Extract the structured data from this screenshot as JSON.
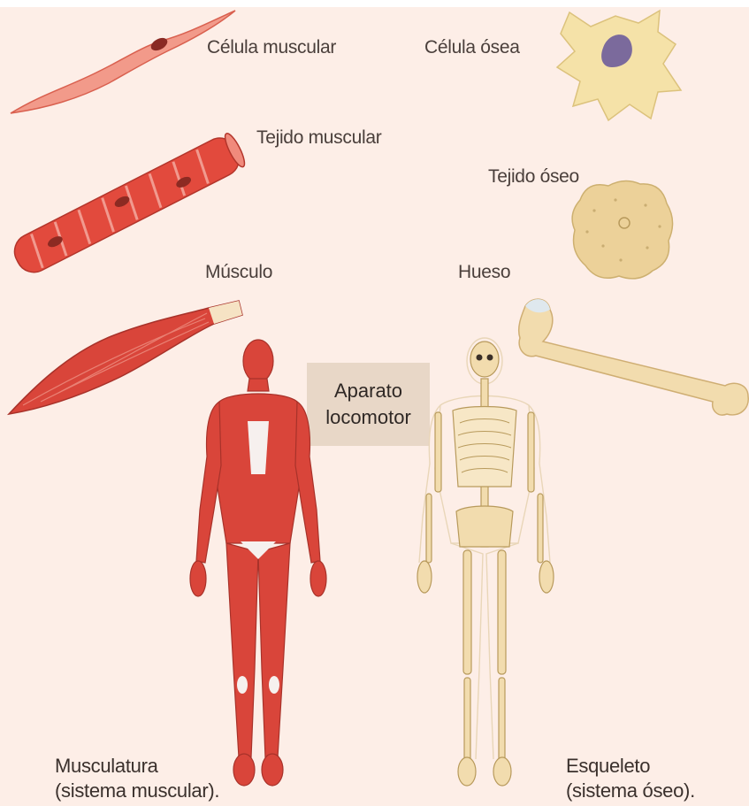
{
  "labels": {
    "muscle_cell": "Célula muscular",
    "bone_cell": "Célula ósea",
    "muscle_tissue": "Tejido muscular",
    "bone_tissue": "Tejido óseo",
    "muscle": "Músculo",
    "bone": "Hueso"
  },
  "center": {
    "line1": "Aparato",
    "line2": "locomotor"
  },
  "captions": {
    "muscular": {
      "line1": "Musculatura",
      "line2": "(sistema muscular)."
    },
    "skeletal": {
      "line1": "Esqueleto",
      "line2": "(sistema óseo)."
    }
  },
  "colors": {
    "background": "#fdeee7",
    "muscle": "#d9453a",
    "muscle_light": "#f08a7c",
    "bone": "#f2dcae",
    "bone_cell": "#f5e2a8",
    "nucleus": "#7b6a9c",
    "center_box": "#e8d7c7"
  }
}
